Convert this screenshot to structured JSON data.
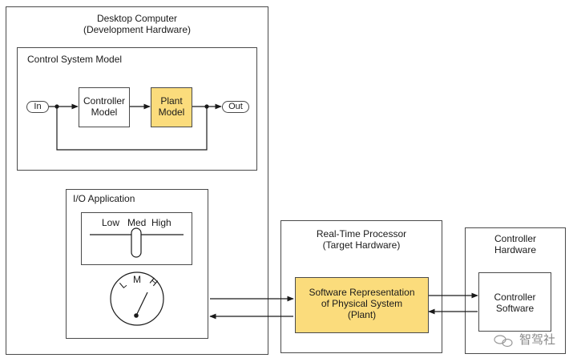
{
  "desktop": {
    "title_line1": "Desktop Computer",
    "title_line2": "(Development Hardware)",
    "control_model": {
      "title": "Control System Model",
      "in_label": "In",
      "out_label": "Out",
      "controller_line1": "Controller",
      "controller_line2": "Model",
      "plant_line1": "Plant",
      "plant_line2": "Model"
    },
    "io_app": {
      "title": "I/O Application",
      "slider_low": "Low",
      "slider_med": "Med",
      "slider_high": "High",
      "dial_l": "L",
      "dial_m": "M",
      "dial_h": "H"
    }
  },
  "realtime": {
    "title_line1": "Real-Time Processor",
    "title_line2": "(Target Hardware)",
    "software_line1": "Software Representation",
    "software_line2": "of Physical System",
    "software_line3": "(Plant)"
  },
  "controller_hw": {
    "title_line1": "Controller",
    "title_line2": "Hardware",
    "software_line1": "Controller",
    "software_line2": "Software"
  },
  "watermark": "智驾社",
  "colors": {
    "plant_fill": "#fbdc7c",
    "border": "#4a4a4a"
  }
}
